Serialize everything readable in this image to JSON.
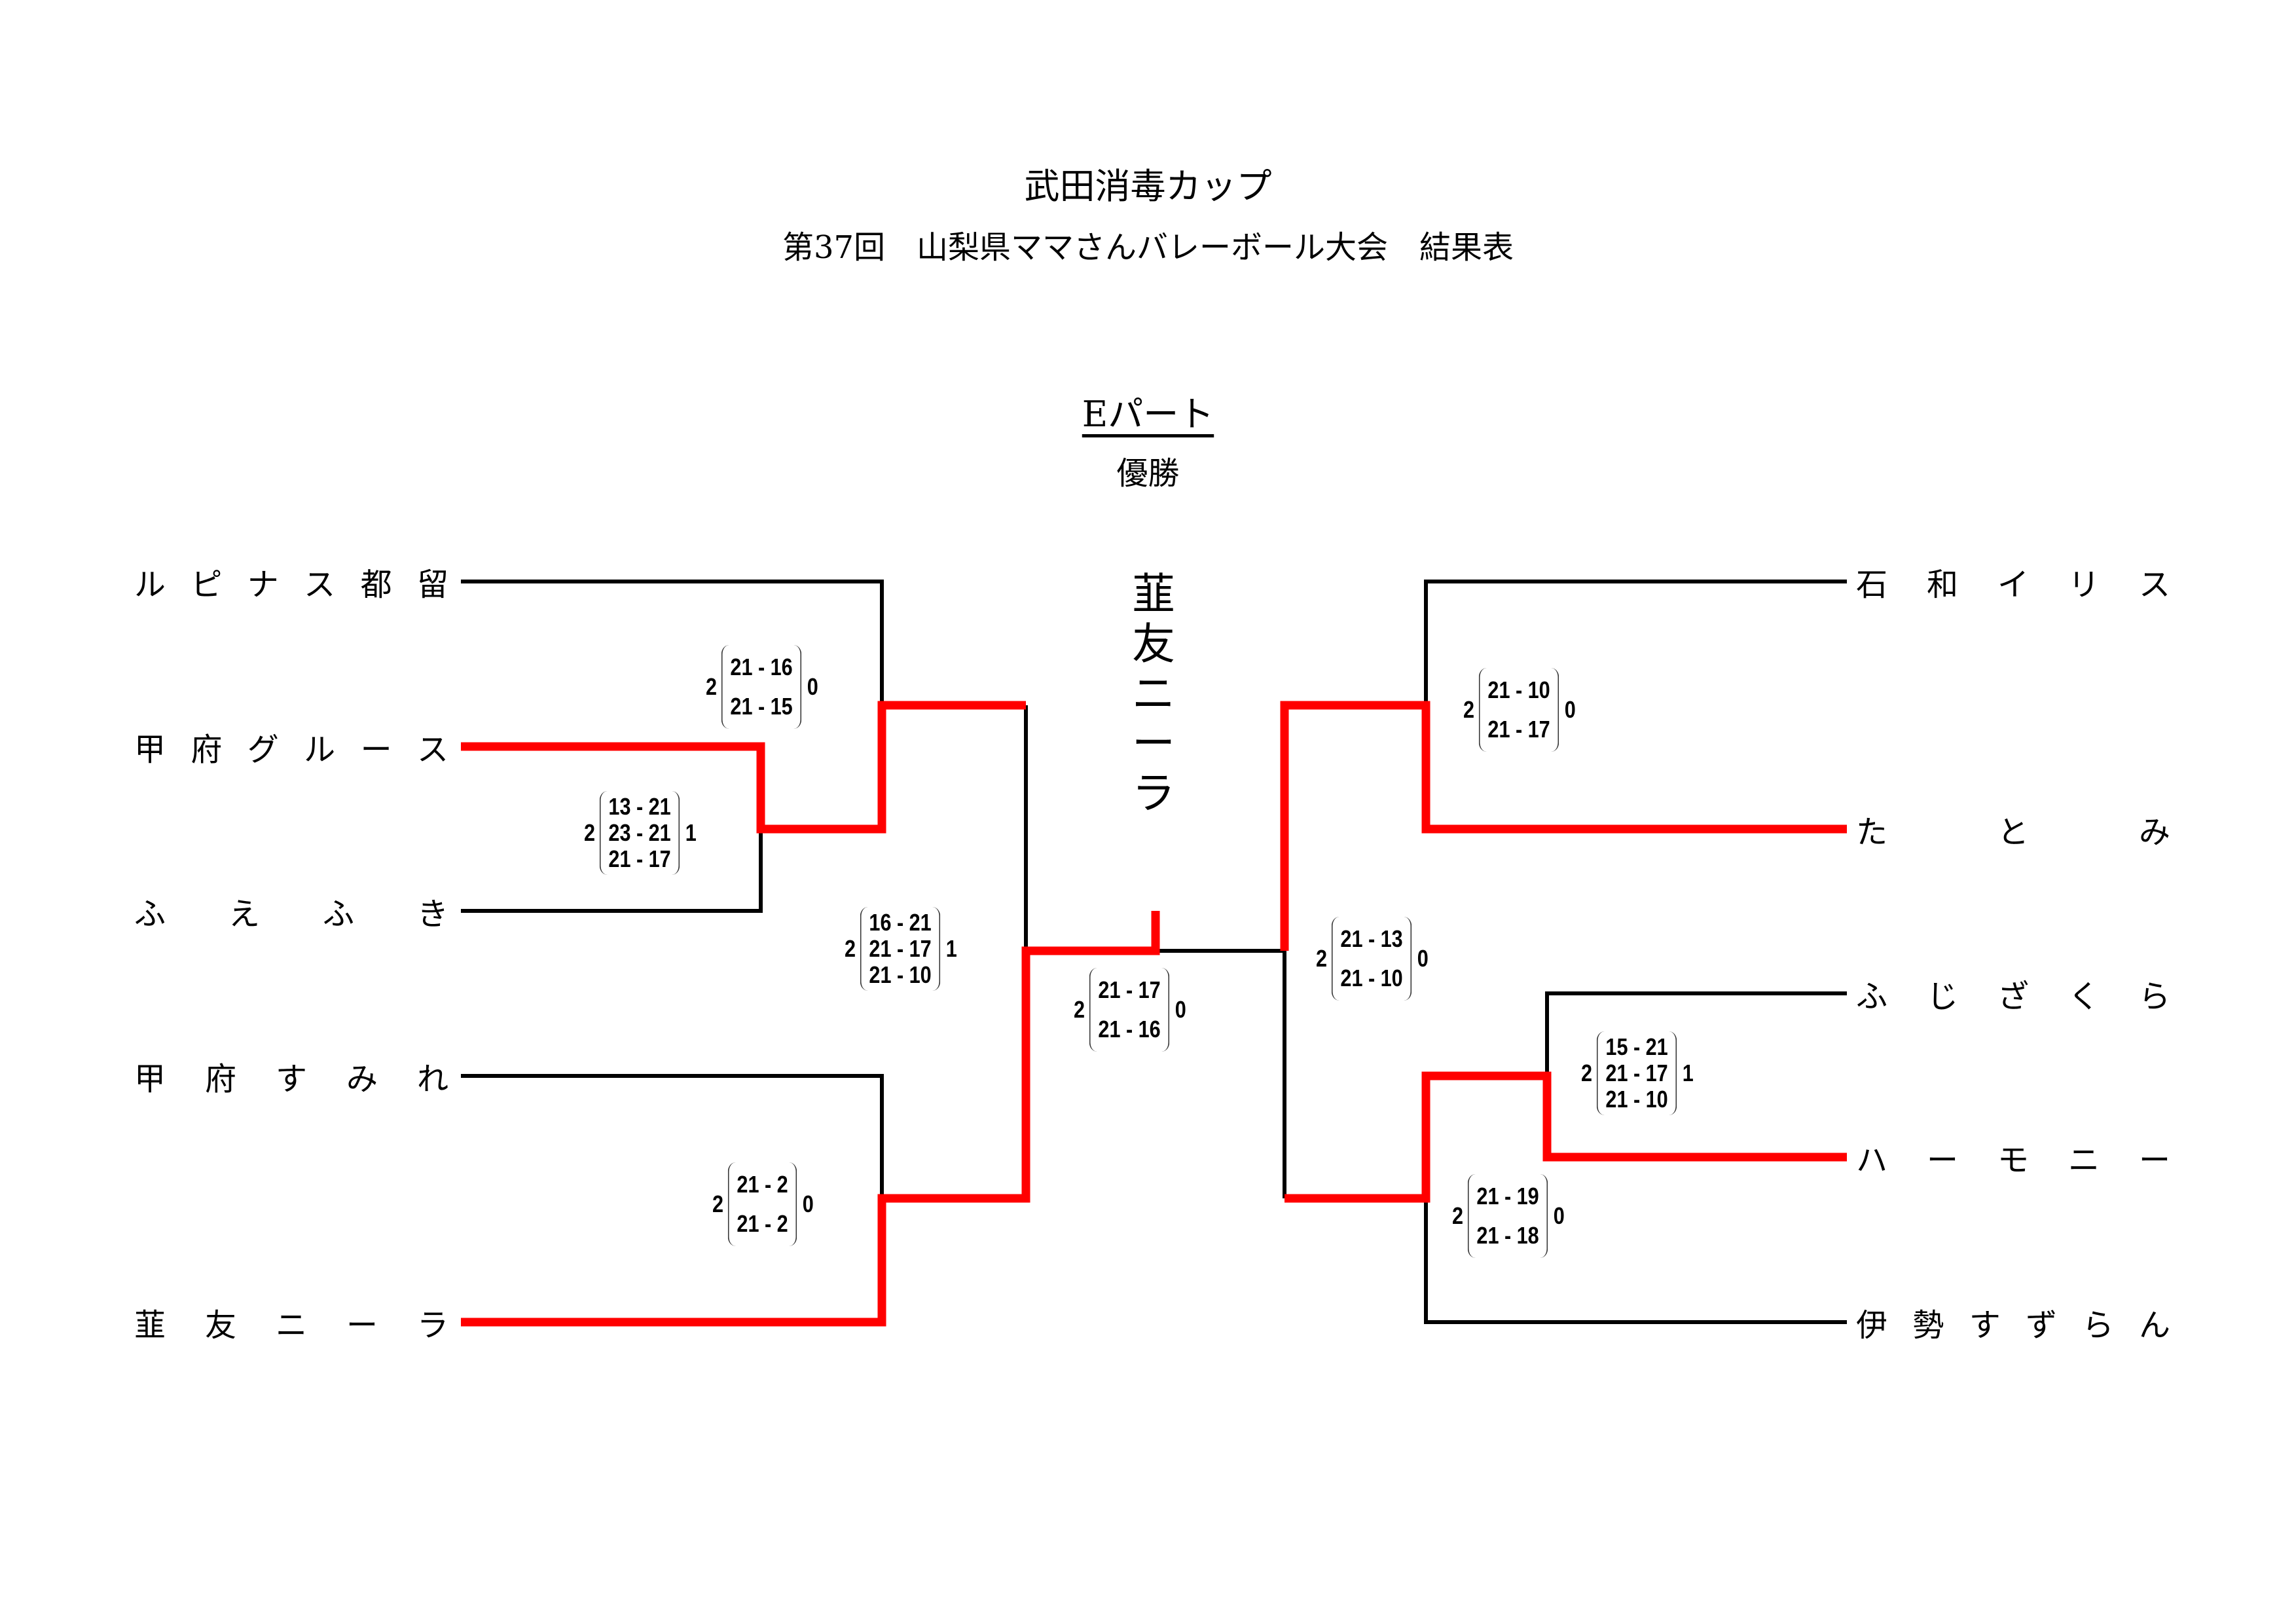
{
  "header": {
    "title": "武田消毒カップ",
    "subtitle": "第37回　山梨県ママさんバレーボール大会　結果表",
    "part": "Eパート",
    "champion_label": "優勝",
    "champion": "韮友ニーラ"
  },
  "colors": {
    "winner_path": "#ff0000",
    "line": "#000000"
  },
  "teams_left": [
    {
      "name": "ルピナス都留",
      "chars": [
        "ル",
        "ピ",
        "ナ",
        "ス",
        "都",
        "留"
      ]
    },
    {
      "name": "甲府グルース",
      "chars": [
        "甲",
        "府",
        "グ",
        "ル",
        "ー",
        "ス"
      ]
    },
    {
      "name": "ふえふき",
      "chars": [
        "ふ",
        "え",
        "ふ",
        "き"
      ]
    },
    {
      "name": "甲府すみれ",
      "chars": [
        "甲",
        "府",
        "す",
        "み",
        "れ"
      ]
    },
    {
      "name": "韮友ニーラ",
      "chars": [
        "韮",
        "友",
        "ニ",
        "ー",
        "ラ"
      ]
    }
  ],
  "teams_right": [
    {
      "name": "石和イリス",
      "chars": [
        "石",
        "和",
        "イ",
        "リ",
        "ス"
      ]
    },
    {
      "name": "たとみ",
      "chars": [
        "た",
        "と",
        "み"
      ]
    },
    {
      "name": "ふじざくら",
      "chars": [
        "ふ",
        "じ",
        "ざ",
        "く",
        "ら"
      ]
    },
    {
      "name": "ハーモニー",
      "chars": [
        "ハ",
        "ー",
        "モ",
        "ニ",
        "ー"
      ]
    },
    {
      "name": "伊勢すずらん",
      "chars": [
        "伊",
        "勢",
        "す",
        "ず",
        "ら",
        "ん"
      ]
    }
  ],
  "matches": [
    {
      "id": "L-R1",
      "winner": "甲府グルース",
      "loser": "ふえふき",
      "won": "2",
      "lost": "1",
      "sets": [
        "13 - 21",
        "23 - 21",
        "21 - 17"
      ]
    },
    {
      "id": "L-R2a",
      "winner": "甲府グルース",
      "loser": "ルピナス都留",
      "won": "2",
      "lost": "0",
      "sets": [
        "21 - 16",
        "21 - 15"
      ]
    },
    {
      "id": "L-R2b",
      "winner": "韮友ニーラ",
      "loser": "甲府すみれ",
      "won": "2",
      "lost": "0",
      "sets": [
        "21 - 2",
        "21 - 2"
      ]
    },
    {
      "id": "L-SF",
      "winner": "韮友ニーラ",
      "loser": "甲府グルース",
      "won": "2",
      "lost": "1",
      "sets": [
        "16 - 21",
        "21 - 17",
        "21 - 10"
      ]
    },
    {
      "id": "Final",
      "winner": "韮友ニーラ",
      "loser": "たとみ",
      "won": "2",
      "lost": "0",
      "sets": [
        "21 - 17",
        "21 - 16"
      ]
    },
    {
      "id": "R-R2a",
      "winner": "たとみ",
      "loser": "石和イリス",
      "won": "2",
      "lost": "0",
      "sets": [
        "21 - 10",
        "21 - 17"
      ]
    },
    {
      "id": "R-SF",
      "winner": "たとみ",
      "loser": "ハーモニー",
      "won": "2",
      "lost": "0",
      "sets": [
        "21 - 13",
        "21 - 10"
      ]
    },
    {
      "id": "R-R1",
      "winner": "ハーモニー",
      "loser": "ふじざくら",
      "won": "2",
      "lost": "1",
      "sets": [
        "15 - 21",
        "21 - 17",
        "21 - 10"
      ]
    },
    {
      "id": "R-R2b",
      "winner": "ハーモニー",
      "loser": "伊勢すずらん",
      "won": "2",
      "lost": "0",
      "sets": [
        "21 - 19",
        "21 - 18"
      ]
    }
  ]
}
